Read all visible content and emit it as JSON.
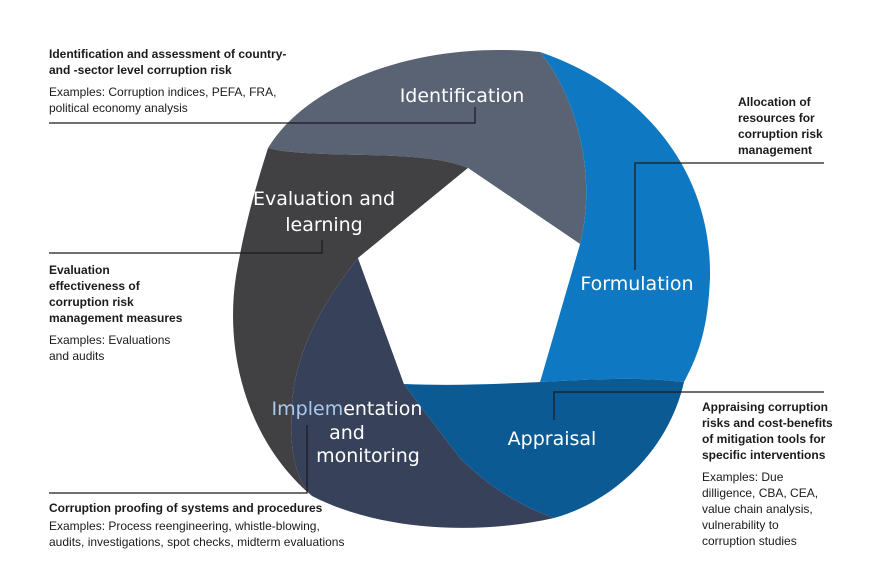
{
  "segments": {
    "identification": {
      "label": "Identification",
      "color": "#5a6374"
    },
    "formulation": {
      "label": "Formulation",
      "color": "#0f78c2"
    },
    "appraisal": {
      "label": "Appraisal",
      "color": "#0b5a93"
    },
    "implementation": {
      "label_line1_a": "Implem",
      "label_line1_b": "entation",
      "label_line2": "and",
      "label_line3": "monitoring",
      "color": "#37425a"
    },
    "evaluation": {
      "label_line1": "Evaluation and",
      "label_line2": "learning",
      "color": "#414144"
    }
  },
  "notes": {
    "identification": {
      "head_line1": "Identification and assessment of country-",
      "head_line2": "and -sector level corruption risk",
      "ex_line1": "Examples: Corruption indices, PEFA, FRA,",
      "ex_line2": "political economy analysis"
    },
    "formulation": {
      "head_line1": "Allocation of",
      "head_line2": "resources for",
      "head_line3": "corruption risk",
      "head_line4": "management"
    },
    "evaluation": {
      "head_line1": "Evaluation",
      "head_line2": "effectiveness of",
      "head_line3": "corruption risk",
      "head_line4": "management measures",
      "ex_line1": "Examples: Evaluations",
      "ex_line2": "and audits"
    },
    "appraisal": {
      "head_line1": "Appraising corruption",
      "head_line2": "risks and cost-benefits",
      "head_line3": "of mitigation tools for",
      "head_line4": "specific interventions",
      "ex_line1": "Examples: Due",
      "ex_line2": "dilligence, CBA, CEA,",
      "ex_line3": "value chain analysis,",
      "ex_line4": "vulnerability to",
      "ex_line5": "corruption studies"
    },
    "implementation": {
      "head_line1": "Corruption proofing of systems and procedures",
      "ex_line1": "Examples: Process reengineering, whistle-blowing,",
      "ex_line2": "audits, investigations, spot checks, midterm evaluations"
    }
  }
}
